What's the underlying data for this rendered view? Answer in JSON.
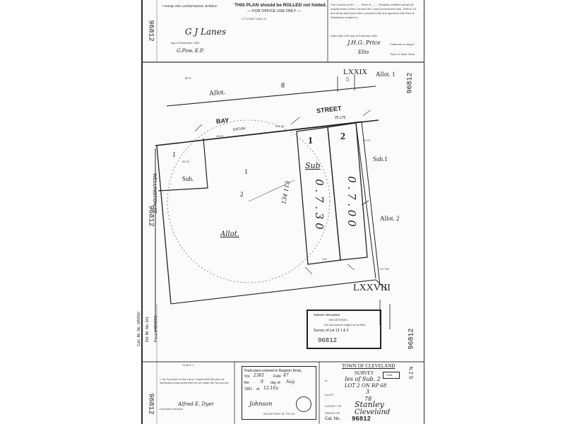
{
  "header": {
    "title_line1": "THIS PLAN should be ROLLED not folded.",
    "title_line2": "— FOR OFFICE USE ONLY —",
    "surveyor_name": "I George John Lockhart-Beams, Brisbane",
    "ct_ref": "CT 671097 2081-47",
    "approved_text": "The Council of the ........ Shire of ........ Redland certifies that all the requirements of this Council, the Local Government Acts, 1936 to 19.. and all By-laws have been complied with and approves this Plan of Subdivision subject to",
    "dated_line": "Dated this 12th day of February 1961",
    "chairman_label": "Chairman or Mayor",
    "clerk_label": "Town or Shire Clerk",
    "sig_chairman": "J.H.G. Price",
    "sig_clerk": "Ellis",
    "sig_surveyor": "G J Lanes",
    "surveyor_date": "day of December 1960",
    "witness_sig": "G.Pow. E.P."
  },
  "plan_number": "96812",
  "labels": {
    "allot_8": "Allot.",
    "allot_8_num": "8",
    "lxxix": "LXXIX",
    "lxxix_sub": "5",
    "allot_1_top": "Allot. 1",
    "bay": "BAY",
    "street": "STREET",
    "sub_1_left": "1",
    "sub_left": "Sub.",
    "wellington": "WELLINGTON ST",
    "lot_1": "1",
    "lot_2": "2",
    "sub_word": "Sub",
    "lot_1_area": "0 . 7 . 3 0",
    "lot_2_area": "0 . 7 . 0 0",
    "sub1_right": "Sub.1",
    "allot2_right": "Allot. 2",
    "allot_center": "Allot.",
    "center_1": "1",
    "center_2": "2",
    "radius_note": "134 113",
    "datum": "DATUM",
    "dist_top": "25.175",
    "lxxviii": "LXXVIII",
    "bearing_top": "89°4'",
    "bearing_right": "90°47'",
    "bearing_far_right": "117°46'",
    "dim_100": "100",
    "dim_left": "484.9",
    "dim_mid": "264.25",
    "dim_side": "89.15"
  },
  "stamp": {
    "line1": "SURVEY RECORDS",
    "line2": "REGISTERED",
    "line3": "Survey of Lot 13  1 & 2",
    "line4": "96812",
    "sub_text": "The documents lodged to be filed"
  },
  "bottom_left": {
    "calc_bk": "Calc. Bk. No. 185/560",
    "fld_bk": "Fld. Bk. No. 161",
    "passed": "Passed 4/5/1961",
    "scale": "SCALE    1",
    "declaration": "I, the Surveyor of this Land, I swear that this plan of subdivision was performed by me under the Survey Act",
    "sig_surveyor2": "Alfred E. Dyer",
    "licensed": "Licensed Surveyor"
  },
  "register": {
    "line1": "Particulars entered in Register Book,",
    "vol_label": "Vol.",
    "vol": "2381",
    "folio_label": "Folio",
    "folio": "47",
    "the_label": "the",
    "day": "9",
    "day_of": "day of",
    "month": "Aug",
    "year": "1961",
    "at_label": "at",
    "time": "12.10",
    "time_suffix": "P",
    "registrar": "REGISTRAR OF TITLES",
    "registrar_sig": "Johnson"
  },
  "title_block": {
    "town": "TOWN OF CLEVELAND",
    "survey": "SURVEY",
    "survey_of": "of",
    "survey_line": "Ies of Sub. 2",
    "lot_line": "LOT 2 ON RP 68",
    "allot_label": "ALLOT",
    "allot_num": "3",
    "section_num": "78",
    "county_label": "COUNTY OF",
    "county": "Stanley",
    "parish_label": "PARISH OF",
    "parish": "Cleveland",
    "cat_label": "Cat. No.",
    "cat": "96812",
    "corner_code": "S Z N",
    "corner_box": "2381"
  }
}
